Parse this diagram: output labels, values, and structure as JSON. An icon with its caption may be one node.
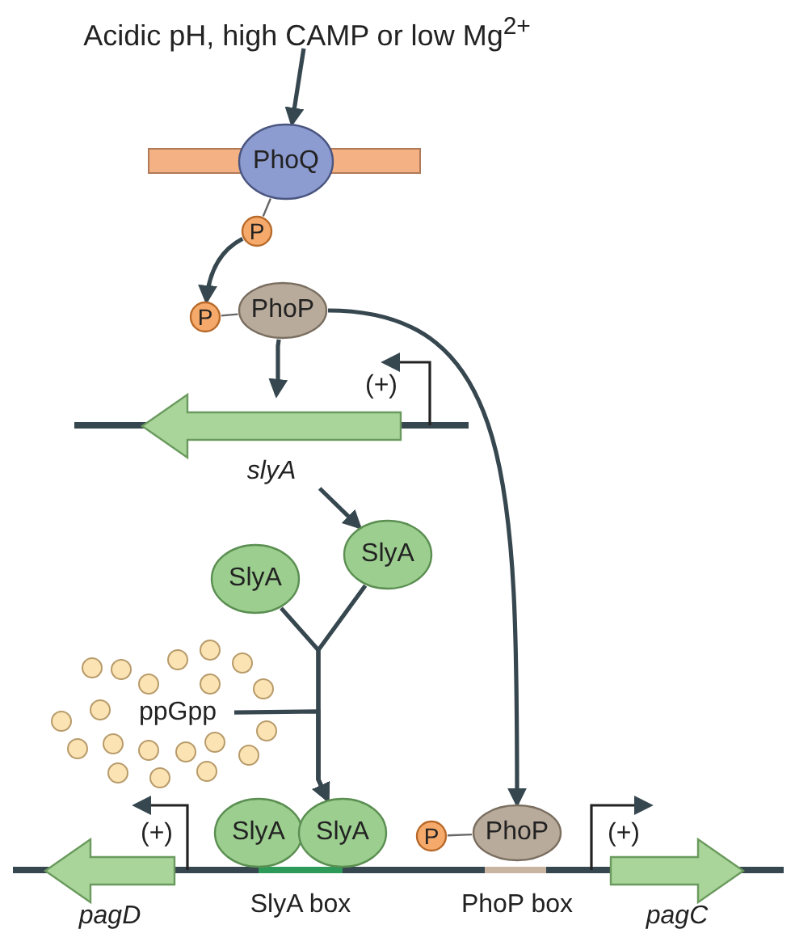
{
  "diagram": {
    "nodes": [
      {
        "text": [
          "Acidic pH, high CAMP or low Mg$^{2+}$"
        ]
      },
      {
        "text": [
          "PhoQ"
        ]
      },
      {
        "text": [
          "P"
        ]
      },
      {
        "text": [
          "P"
        ]
      },
      {
        "text": [
          "PhoP"
        ]
      },
      {
        "text": [
          "slyA"
        ]
      },
      {
        "text": [
          "SlyA"
        ]
      },
      {
        "text": [
          "SlyA"
        ]
      },
      {
        "text": [
          "ppGpp"
        ]
      },
      {
        "text": [
          "SlyA"
        ]
      },
      {
        "text": [
          "SlyA"
        ]
      },
      {
        "text": [
          "P"
        ]
      },
      {
        "text": [
          "PhoP"
        ]
      },
      {
        "text": [
          "pagD"
        ]
      },
      {
        "text": [
          "pagC"
        ]
      }
    ],
    "edges": [
      {
        "from": 0,
        "to": 1,
        "arrow": "to"
      },
      {
        "from": 1,
        "to": 2,
        "arrow": "none"
      },
      {
        "from": 2,
        "to": 3,
        "arrow": "to"
      },
      {
        "from": 3,
        "to": 4,
        "arrow": "none"
      },
      {
        "from": 4,
        "to": 5,
        "arrow": "to"
      },
      {
        "from": 5,
        "to": 7,
        "arrow": "to"
      },
      {
        "from": 6,
        "to": 10,
        "arrow": "to"
      },
      {
        "from": 7,
        "to": 10,
        "arrow": "to"
      },
      {
        "from": 8,
        "to": 10,
        "arrow": "to"
      },
      {
        "from": 4,
        "to": 12,
        "arrow": "to"
      },
      {
        "from": 11,
        "to": 12,
        "arrow": "none"
      }
    ],
    "labels": [
      "(+)",
      "(+)",
      "(+)",
      "SlyA box",
      "PhoP box"
    ]
  }
}
